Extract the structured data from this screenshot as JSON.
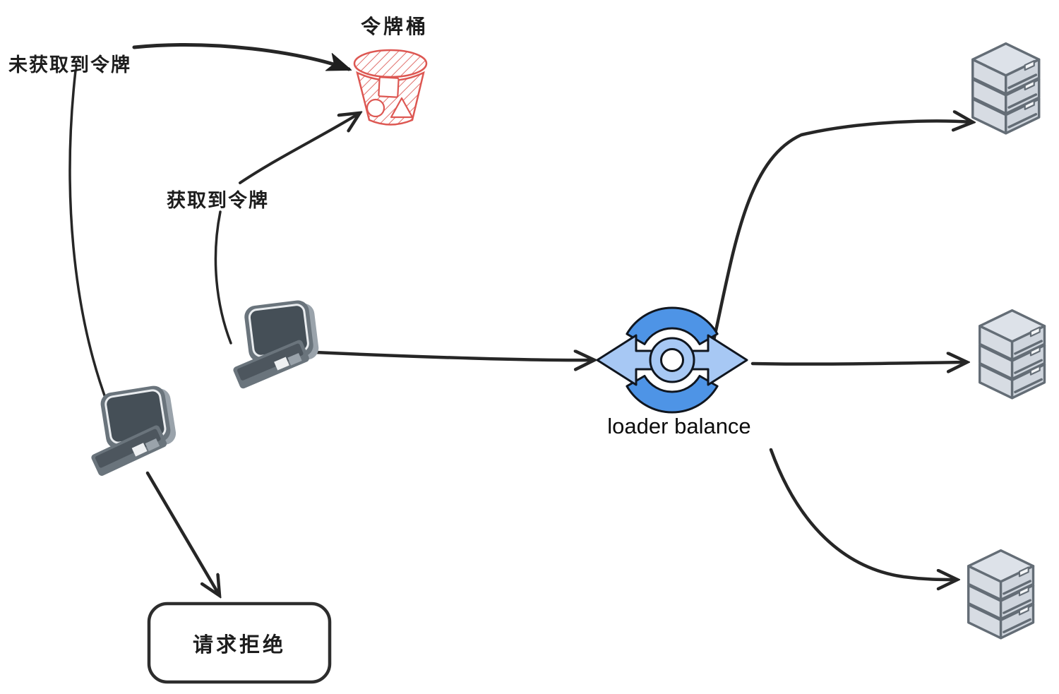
{
  "diagram": {
    "title_context": "token-bucket rate limiting with load balancer",
    "labels": {
      "token_bucket": "令牌桶",
      "no_token": "未获取到令牌",
      "got_token": "获取到令牌",
      "load_balancer": "loader balance",
      "request_rejected": "请求拒绝"
    },
    "nodes": [
      {
        "id": "token-bucket",
        "label": "令牌桶",
        "icon": "bucket-icon"
      },
      {
        "id": "client-with-token",
        "label": "",
        "icon": "desktop-computer-icon"
      },
      {
        "id": "client-without-token",
        "label": "",
        "icon": "desktop-computer-icon"
      },
      {
        "id": "load-balancer",
        "label": "loader balance",
        "icon": "load-balancer-icon"
      },
      {
        "id": "server-stack-top",
        "label": "",
        "icon": "server-stack-icon"
      },
      {
        "id": "server-stack-middle",
        "label": "",
        "icon": "server-stack-icon"
      },
      {
        "id": "server-stack-bottom",
        "label": "",
        "icon": "server-stack-icon"
      },
      {
        "id": "request-rejected",
        "label": "请求拒绝",
        "icon": "rounded-box"
      }
    ],
    "edges": [
      {
        "from": "client-without-token",
        "to": "token-bucket",
        "label": "未获取到令牌",
        "head": "solid"
      },
      {
        "from": "client-with-token",
        "to": "token-bucket",
        "label": "获取到令牌",
        "head": "open"
      },
      {
        "from": "client-with-token",
        "to": "load-balancer",
        "label": "",
        "head": "open"
      },
      {
        "from": "load-balancer",
        "to": "server-stack-top",
        "label": "",
        "head": "open"
      },
      {
        "from": "load-balancer",
        "to": "server-stack-middle",
        "label": "",
        "head": "open"
      },
      {
        "from": "load-balancer",
        "to": "server-stack-bottom",
        "label": "",
        "head": "open"
      },
      {
        "from": "client-without-token",
        "to": "request-rejected",
        "label": "",
        "head": "open"
      }
    ],
    "colors": {
      "background": "#ffffff",
      "arrow_stroke": "#262626",
      "bucket_red": "#dd5752",
      "lb_arc_blue": "#4e94e6",
      "lb_arrow_blue": "#a7c8f4",
      "lb_outline": "#10161f",
      "computer_frame": "#6a747c",
      "computer_screen": "#454f57",
      "server_fill": "#dde2e9",
      "server_stroke": "#646d76",
      "text": "#1d1d1d"
    }
  }
}
